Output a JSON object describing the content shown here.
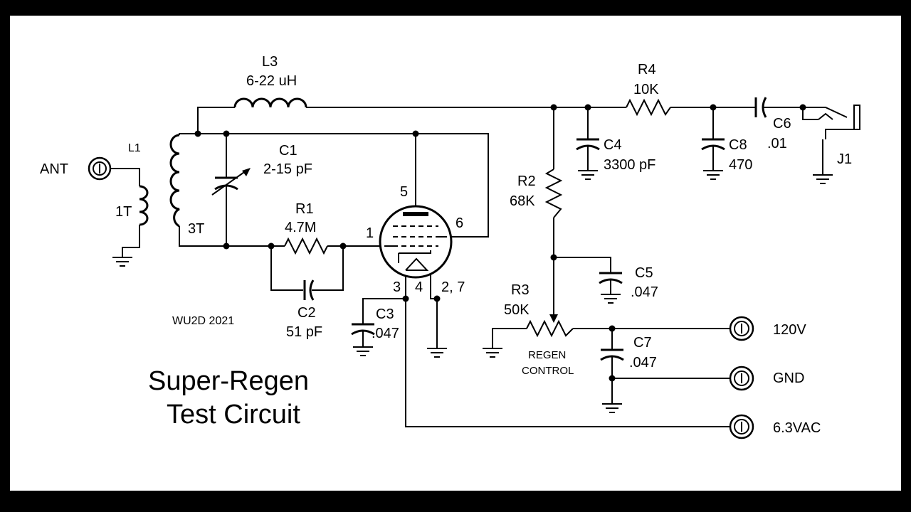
{
  "title": {
    "line1": "Super-Regen",
    "line2": "Test Circuit"
  },
  "credit": "WU2D 2021",
  "components": {
    "L1": {
      "ref": "L1",
      "turns": "1T"
    },
    "L2": {
      "turns": "3T"
    },
    "L3": {
      "ref": "L3",
      "value": "6-22 uH"
    },
    "C1": {
      "ref": "C1",
      "value": "2-15 pF"
    },
    "C2": {
      "ref": "C2",
      "value": "51 pF"
    },
    "C3": {
      "ref": "C3",
      "value": ".047"
    },
    "C4": {
      "ref": "C4",
      "value": "3300 pF"
    },
    "C5": {
      "ref": "C5",
      "value": ".047"
    },
    "C6": {
      "ref": "C6",
      "value": ".01"
    },
    "C7": {
      "ref": "C7",
      "value": ".047"
    },
    "C8": {
      "ref": "C8",
      "value": "470"
    },
    "R1": {
      "ref": "R1",
      "value": "4.7M"
    },
    "R2": {
      "ref": "R2",
      "value": "68K"
    },
    "R3": {
      "ref": "R3",
      "value": "50K",
      "note_line1": "REGEN",
      "note_line2": "CONTROL"
    },
    "R4": {
      "ref": "R4",
      "value": "10K"
    },
    "J1": {
      "ref": "J1"
    }
  },
  "tube_pins": {
    "p1": "1",
    "p3": "3",
    "p4": "4",
    "p5": "5",
    "p6": "6",
    "p27": "2, 7"
  },
  "terminals": {
    "ant": "ANT",
    "v120": "120V",
    "gnd": "GND",
    "vac": "6.3VAC"
  }
}
